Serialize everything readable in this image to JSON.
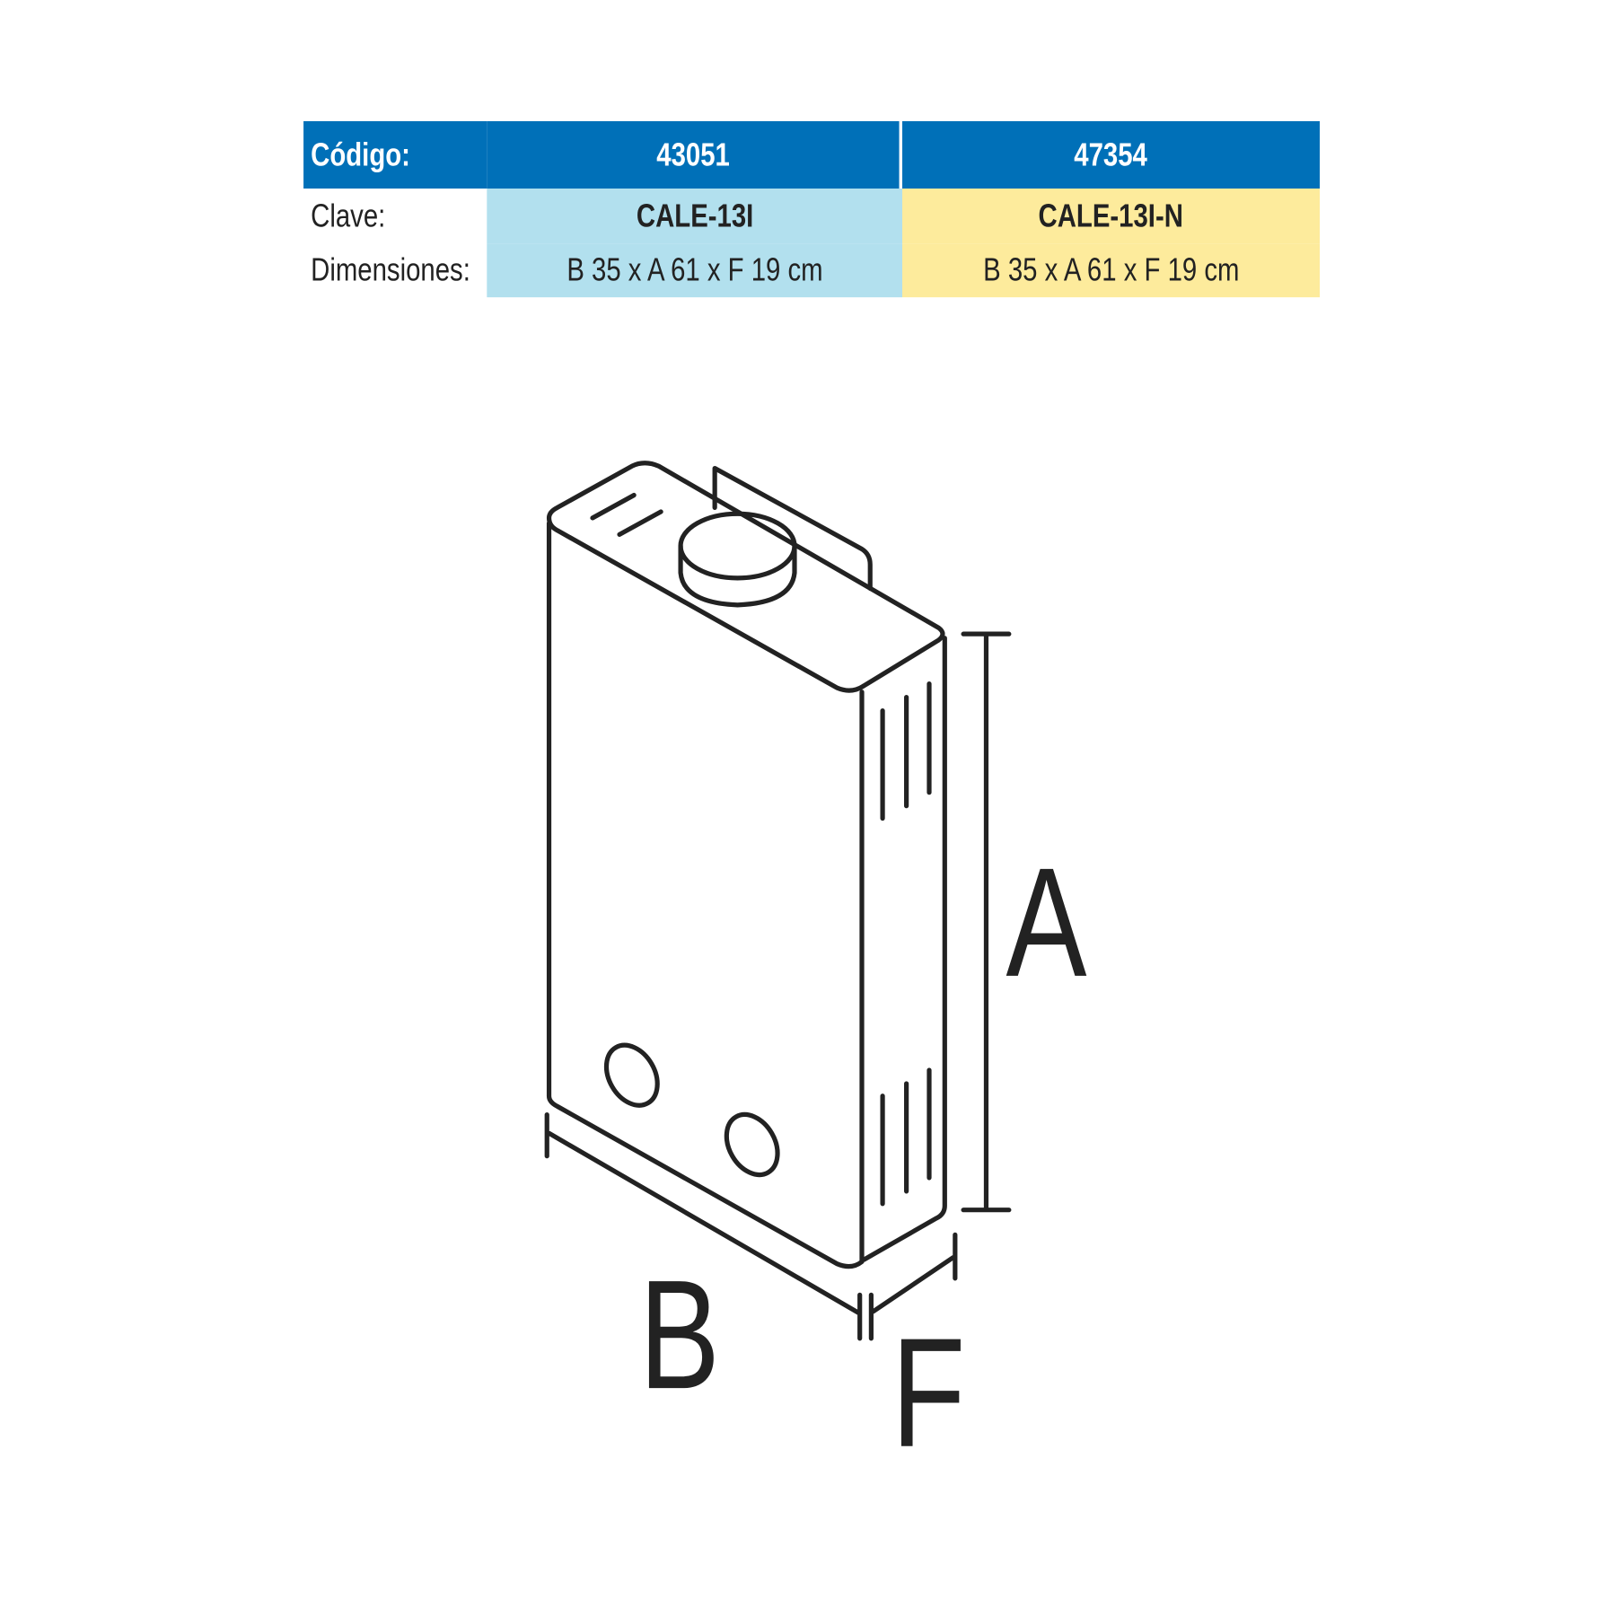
{
  "table": {
    "header": {
      "label": "Código:",
      "col1": "43051",
      "col2": "47354"
    },
    "rows": [
      {
        "label": "Clave:",
        "col1": "CALE-13I",
        "col2": "CALE-13I-N"
      },
      {
        "label": "Dimensiones:",
        "col1": "B 35 x A 61 x F 19 cm",
        "col2": "B 35 x A 61 x F 19 cm"
      }
    ]
  },
  "diagram": {
    "label_a": "A",
    "label_b": "B",
    "label_f": "F"
  },
  "colors": {
    "header": "#0070b8",
    "col1": "#b2e0ee",
    "col2": "#fdeb9c",
    "line": "#222222"
  }
}
